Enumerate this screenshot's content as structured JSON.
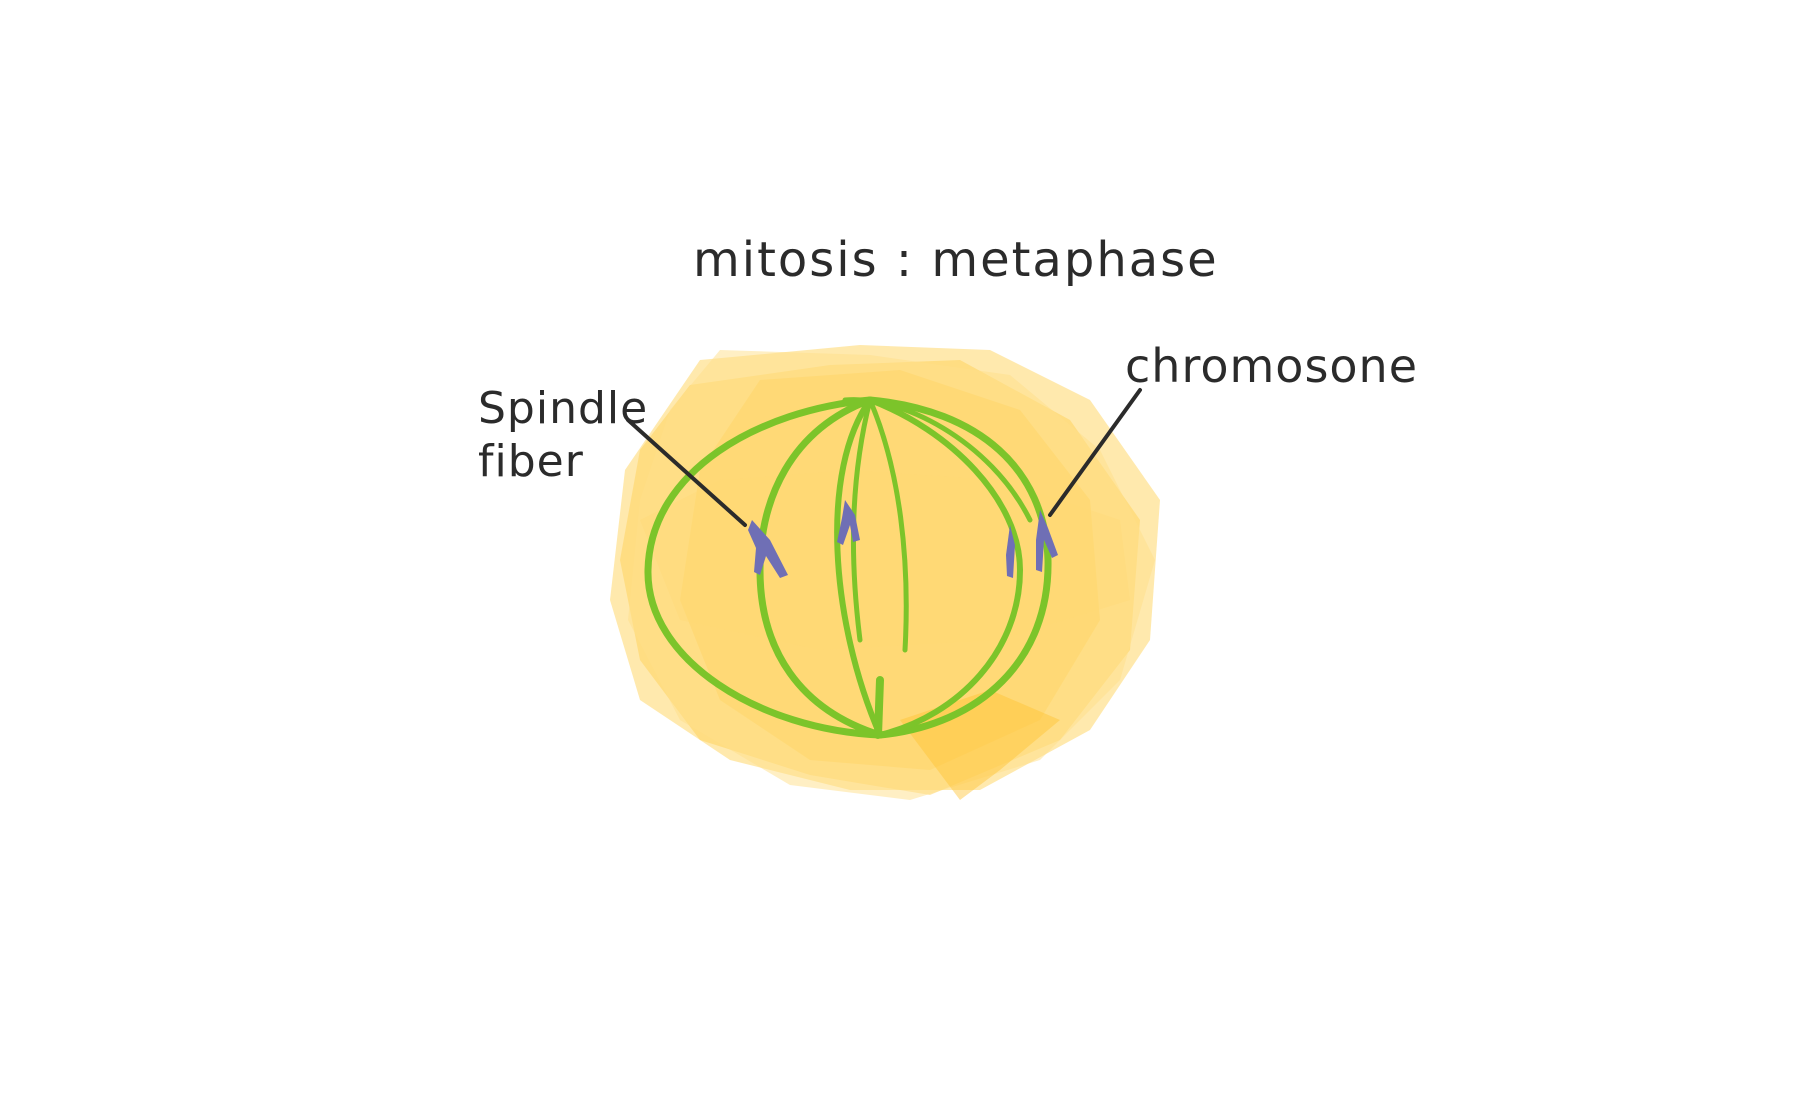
{
  "diagram": {
    "title": "mitosis : metaphase",
    "labels": {
      "spindle_fiber_line1": "Spindle",
      "spindle_fiber_line2": "fiber",
      "chromosome": "chromosone"
    }
  },
  "colors": {
    "background": "#ffffff",
    "cell": "#ffd86b",
    "spindle": "#7cc42a",
    "chromosome": "#6f6fb5",
    "ink": "#2b2b2b"
  }
}
